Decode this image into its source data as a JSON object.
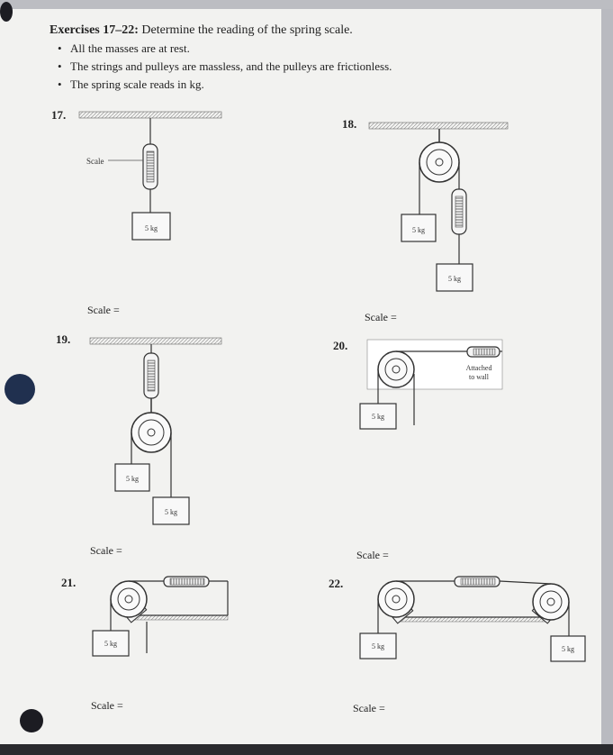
{
  "header": {
    "title": "Exercises 17–22:",
    "instruction": "Determine the reading of the spring scale.",
    "bullets": [
      "All the masses are at rest.",
      "The strings and pulleys are massless, and the pulleys are frictionless.",
      "The spring scale reads in kg."
    ]
  },
  "exercises": [
    {
      "number": "17.",
      "answer_label": "Scale =",
      "scale_tag": "Scale"
    },
    {
      "number": "18.",
      "answer_label": "Scale ="
    },
    {
      "number": "19.",
      "answer_label": "Scale ="
    },
    {
      "number": "20.",
      "answer_label": "Scale =",
      "wall_label_1": "Attached",
      "wall_label_2": "to wall"
    },
    {
      "number": "21.",
      "answer_label": "Scale ="
    },
    {
      "number": "22.",
      "answer_label": "Scale ="
    }
  ],
  "mass_label": "5 kg",
  "colors": {
    "paper": "#f2f2f0",
    "ink": "#333333"
  }
}
